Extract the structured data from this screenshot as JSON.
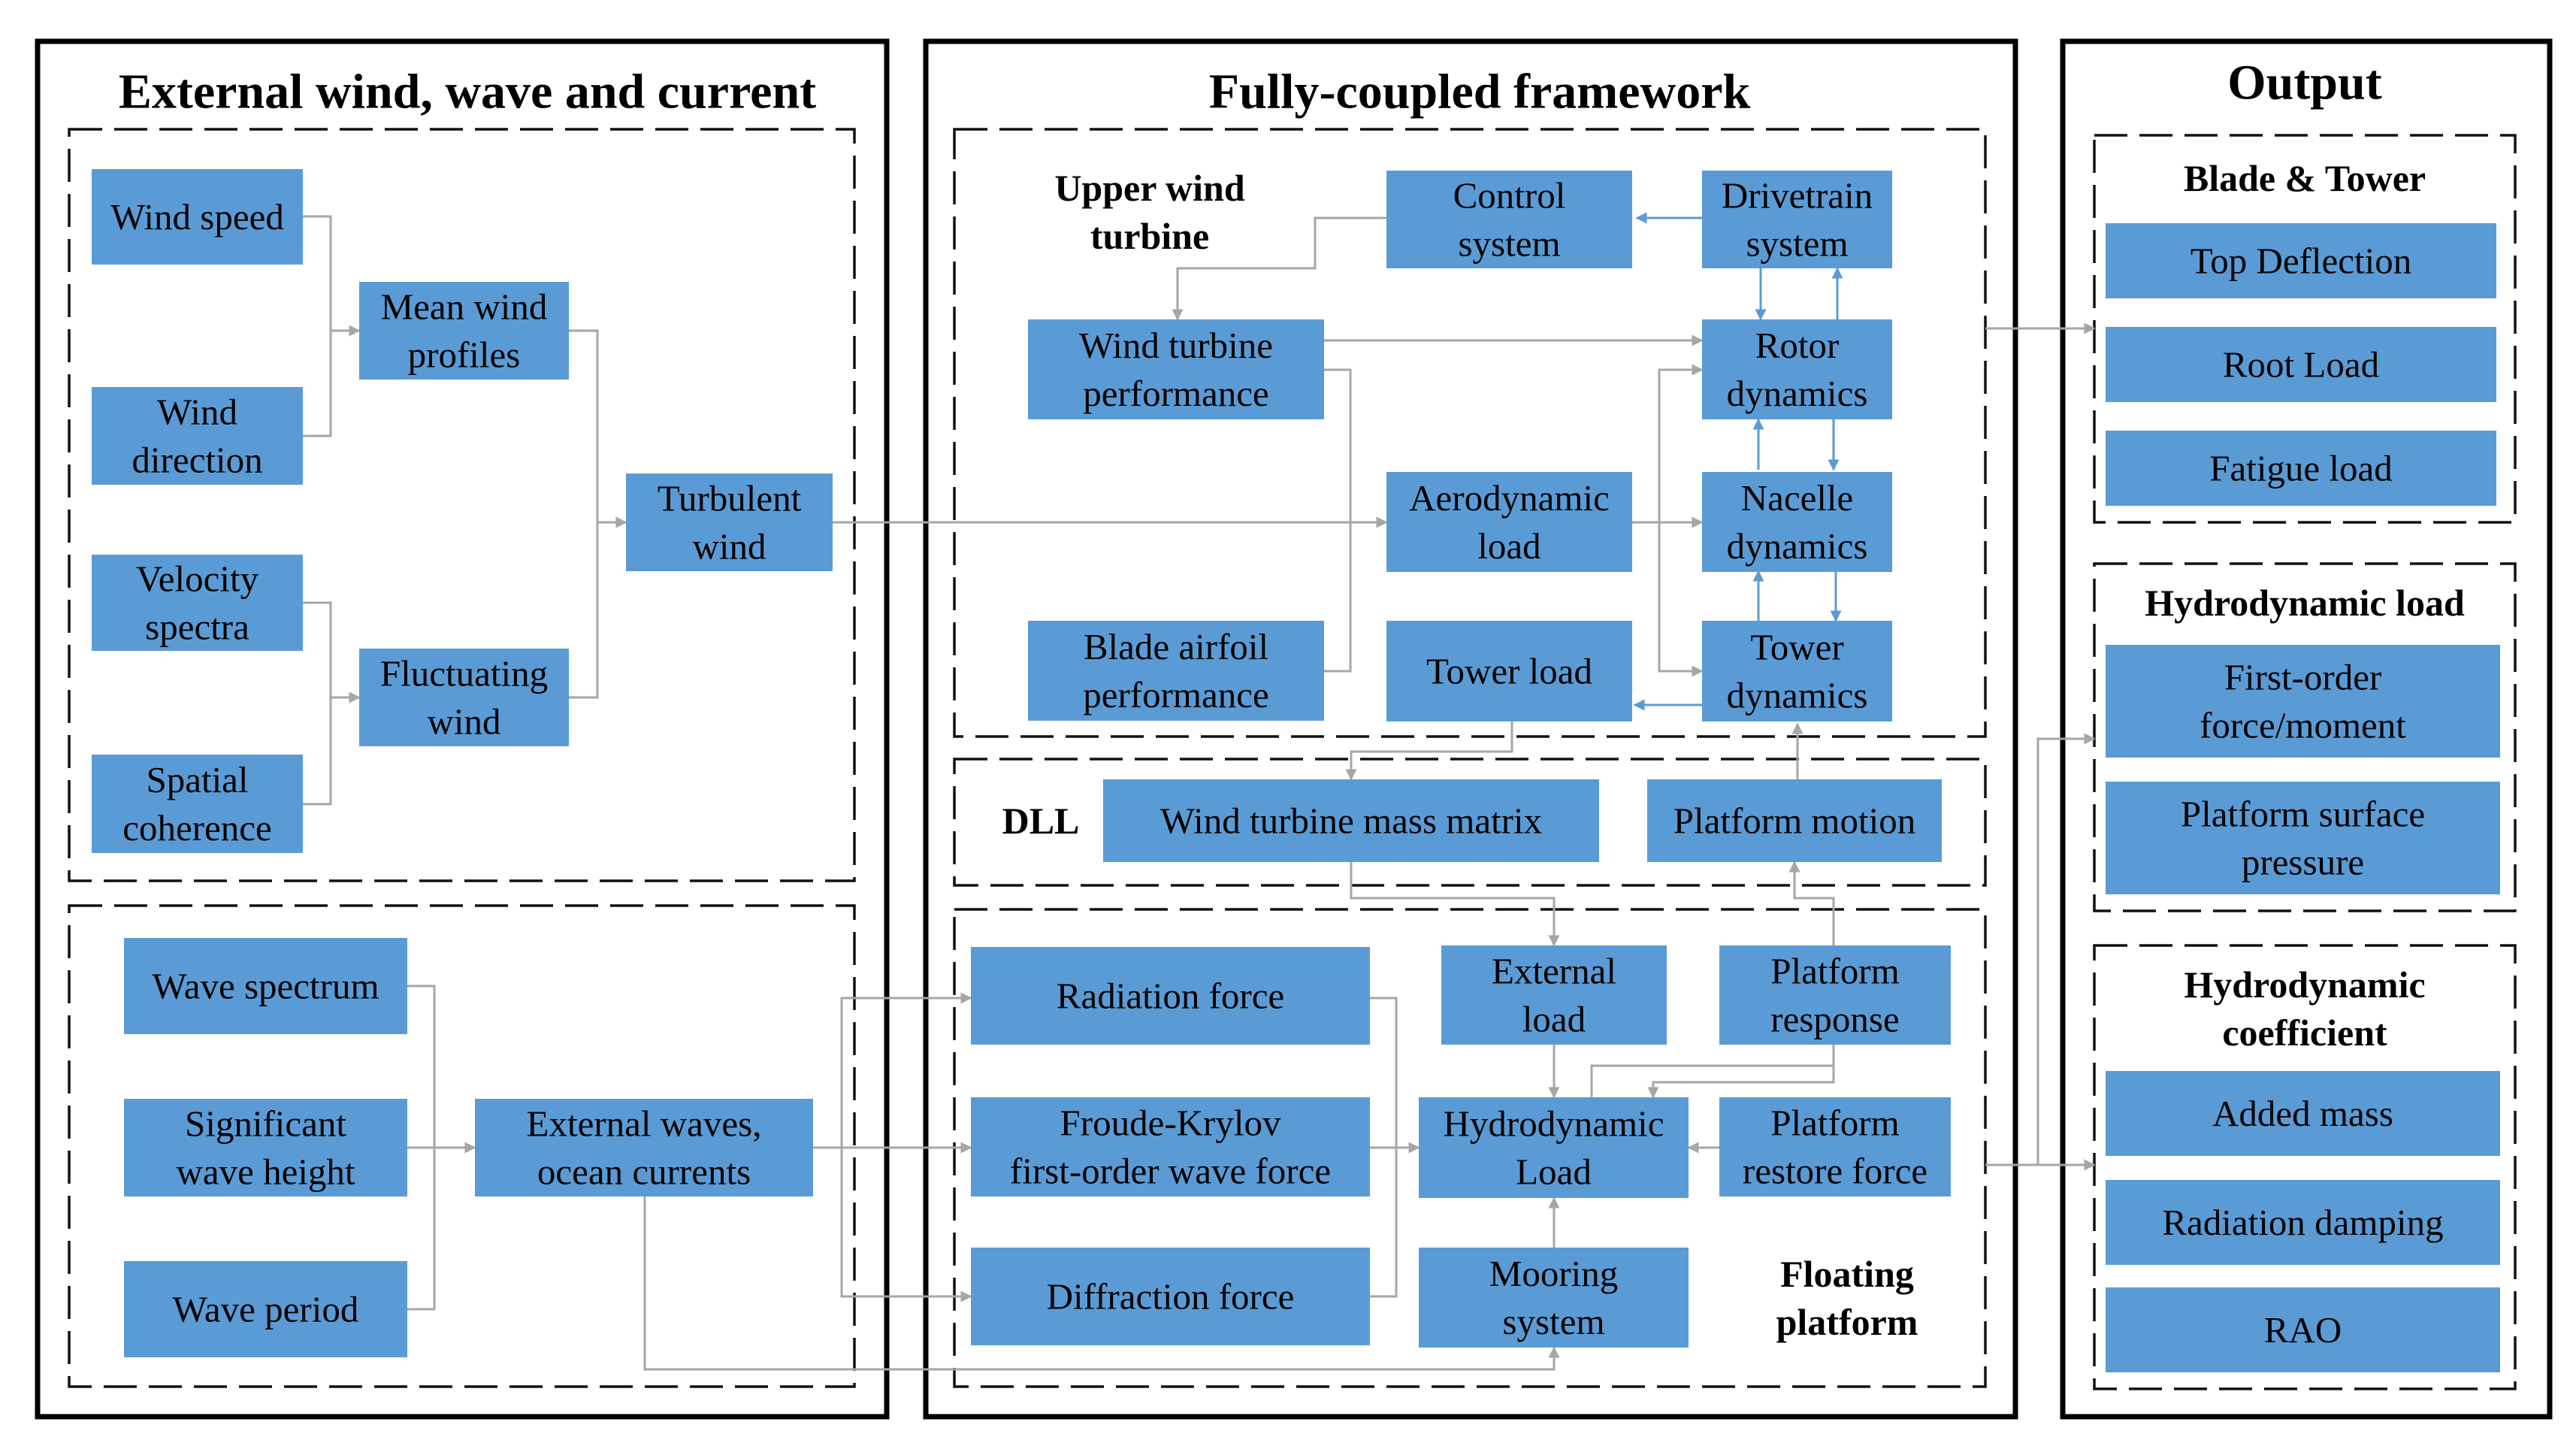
{
  "colors": {
    "box": "#5B9BD5",
    "connector": "#A6A6A6",
    "blue_arrow": "#5B9BD5",
    "border": "#000000"
  },
  "panels": {
    "external": {
      "title": "External wind, wave and current"
    },
    "framework": {
      "title": "Fully-coupled framework"
    },
    "output": {
      "title": "Output"
    }
  },
  "labels": {
    "upper": [
      "Upper wind",
      "turbine"
    ],
    "dll": [
      "DLL"
    ],
    "floating": [
      "Floating",
      "platform"
    ],
    "blade_tower": [
      "Blade & Tower"
    ],
    "hydro_load": [
      "Hydrodynamic load"
    ],
    "hydro_coef": [
      "Hydrodynamic",
      "coefficient"
    ]
  },
  "boxes": {
    "wind_speed": [
      "Wind speed"
    ],
    "wind_direction": [
      "Wind",
      "direction"
    ],
    "velocity_spectra": [
      "Velocity",
      "spectra"
    ],
    "spatial_coherence": [
      "Spatial",
      "coherence"
    ],
    "mean_wind_profiles": [
      "Mean wind",
      "profiles"
    ],
    "fluctuating_wind": [
      "Fluctuating",
      "wind"
    ],
    "turbulent_wind": [
      "Turbulent",
      "wind"
    ],
    "wave_spectrum": [
      "Wave spectrum"
    ],
    "significant_wave_height": [
      "Significant",
      "wave height"
    ],
    "wave_period": [
      "Wave period"
    ],
    "external_waves": [
      "External waves,",
      "ocean currents"
    ],
    "control_system": [
      "Control",
      "system"
    ],
    "drivetrain_system": [
      "Drivetrain",
      "system"
    ],
    "wind_turbine_performance": [
      "Wind turbine",
      "performance"
    ],
    "rotor_dynamics": [
      "Rotor",
      "dynamics"
    ],
    "aerodynamic_load": [
      "Aerodynamic",
      "load"
    ],
    "nacelle_dynamics": [
      "Nacelle",
      "dynamics"
    ],
    "blade_airfoil_performance": [
      "Blade airfoil",
      "performance"
    ],
    "tower_load": [
      "Tower load"
    ],
    "tower_dynamics": [
      "Tower",
      "dynamics"
    ],
    "wind_turbine_mass_matrix": [
      "Wind turbine mass matrix"
    ],
    "platform_motion": [
      "Platform motion"
    ],
    "radiation_force": [
      "Radiation force"
    ],
    "external_load": [
      "External",
      "load"
    ],
    "platform_response": [
      "Platform",
      "response"
    ],
    "froude_krylov": [
      "Froude-Krylov",
      "first-order wave force"
    ],
    "hydrodynamic_load_box": [
      "Hydrodynamic",
      "Load"
    ],
    "platform_restore_force": [
      "Platform",
      "restore force"
    ],
    "diffraction_force": [
      "Diffraction force"
    ],
    "mooring_system": [
      "Mooring",
      "system"
    ],
    "top_deflection": [
      "Top Deflection"
    ],
    "root_load": [
      "Root Load"
    ],
    "fatigue_load": [
      "Fatigue load"
    ],
    "first_order_force": [
      "First-order",
      "force/moment"
    ],
    "platform_surface_pressure": [
      "Platform surface",
      "pressure"
    ],
    "added_mass": [
      "Added mass"
    ],
    "radiation_damping": [
      "Radiation damping"
    ],
    "rao": [
      "RAO"
    ]
  }
}
